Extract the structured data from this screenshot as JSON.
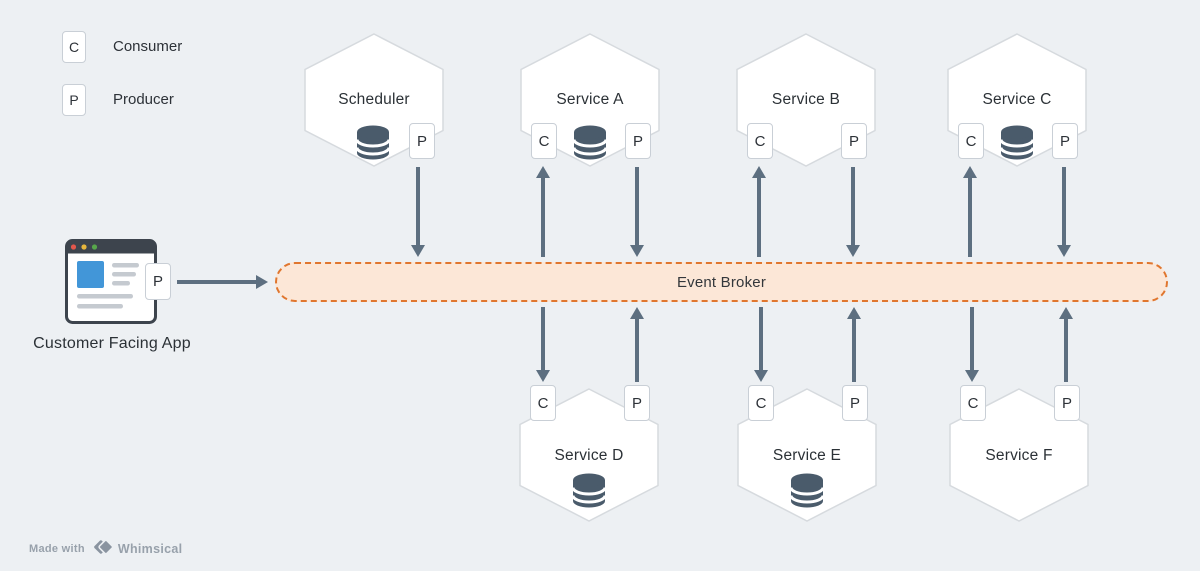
{
  "canvas": {
    "background": "#edf0f3"
  },
  "legend": {
    "consumer": {
      "symbol": "C",
      "label": "Consumer"
    },
    "producer": {
      "symbol": "P",
      "label": "Producer"
    }
  },
  "symbols": {
    "consumer": "C",
    "producer": "P"
  },
  "services_top": [
    {
      "name": "Scheduler",
      "consumer": false,
      "producer": true,
      "database": true
    },
    {
      "name": "Service A",
      "consumer": true,
      "producer": true,
      "database": true
    },
    {
      "name": "Service B",
      "consumer": true,
      "producer": true,
      "database": false
    },
    {
      "name": "Service C",
      "consumer": true,
      "producer": true,
      "database": true
    }
  ],
  "services_bottom": [
    {
      "name": "Service D",
      "consumer": true,
      "producer": true,
      "database": true
    },
    {
      "name": "Service E",
      "consumer": true,
      "producer": true,
      "database": true
    },
    {
      "name": "Service F",
      "consumer": true,
      "producer": true,
      "database": false
    }
  ],
  "broker": {
    "label": "Event Broker"
  },
  "app": {
    "label": "Customer Facing App",
    "badge": "P"
  },
  "footer": {
    "prefix": "Made with",
    "brand": "Whimsical"
  },
  "colors": {
    "background": "#edf0f3",
    "node_fill": "#ffffff",
    "node_border": "#d6dade",
    "text": "#2b3136",
    "arrow": "#5d6f80",
    "database_icon": "#4a5b6b",
    "broker_fill": "#fce7d7",
    "broker_border": "#e0762e",
    "app_frame": "#3d444d",
    "app_accent_blue": "#4296d8",
    "footer_text": "#98a1ab"
  }
}
